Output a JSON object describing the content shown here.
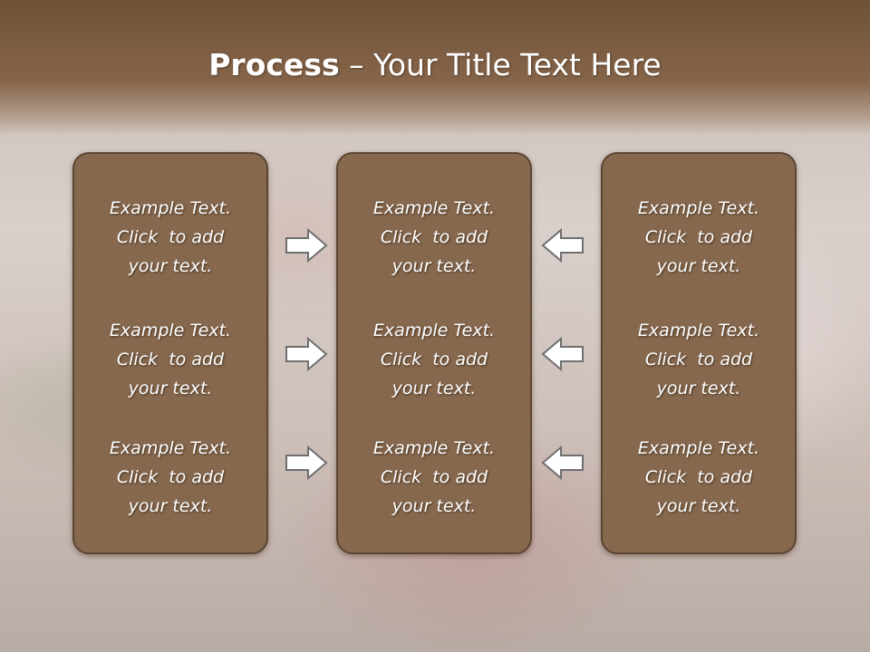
{
  "slide": {
    "title_bold": "Process",
    "title_rest": " – Your Title Text Here"
  },
  "columns": [
    {
      "items": [
        {
          "l1": "Example Text.",
          "l2": "Click  to add",
          "l3": "your text."
        },
        {
          "l1": "Example Text.",
          "l2": "Click  to add",
          "l3": "your text."
        },
        {
          "l1": "Example Text.",
          "l2": "Click  to add",
          "l3": "your text."
        }
      ]
    },
    {
      "items": [
        {
          "l1": "Example Text.",
          "l2": "Click  to add",
          "l3": "your text."
        },
        {
          "l1": "Example Text.",
          "l2": "Click  to add",
          "l3": "your text."
        },
        {
          "l1": "Example Text.",
          "l2": "Click  to add",
          "l3": "your text."
        }
      ]
    },
    {
      "items": [
        {
          "l1": "Example Text.",
          "l2": "Click  to add",
          "l3": "your text."
        },
        {
          "l1": "Example Text.",
          "l2": "Click  to add",
          "l3": "your text."
        },
        {
          "l1": "Example Text.",
          "l2": "Click  to add",
          "l3": "your text."
        }
      ]
    }
  ],
  "arrows": {
    "left_group": "arrow-right-icon",
    "right_group": "arrow-left-icon"
  },
  "colors": {
    "title_bar": "#86654a",
    "box_fill": "#86684e",
    "box_border": "#5c4632",
    "arrow_fill": "#ffffff",
    "arrow_stroke": "#6f6f6f"
  }
}
